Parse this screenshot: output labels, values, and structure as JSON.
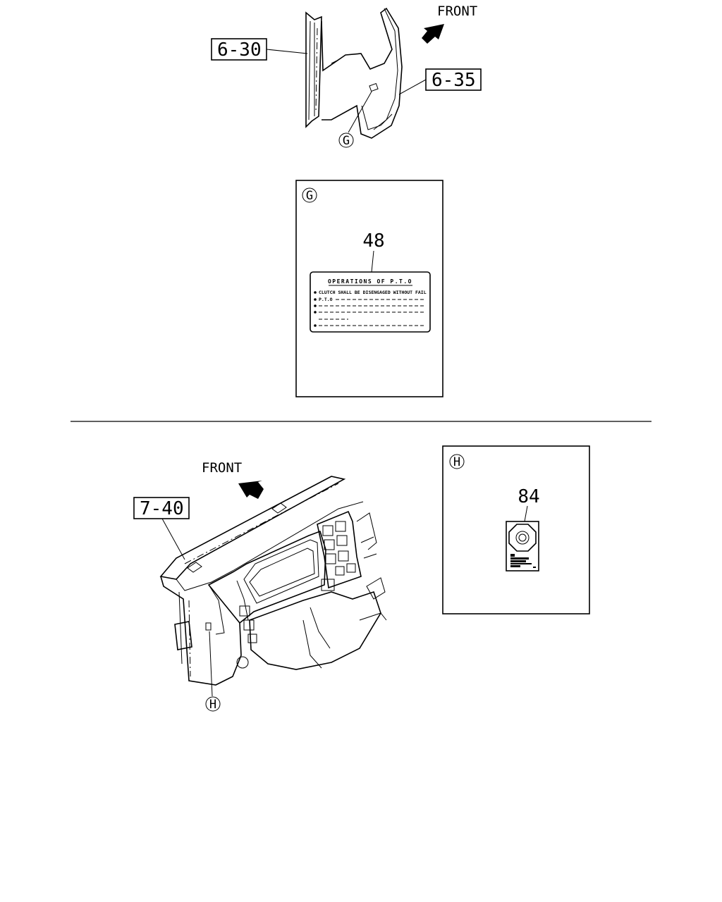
{
  "top_figure": {
    "front_label": "FRONT",
    "callouts": [
      {
        "id": "ref-6-30",
        "text": "6-30"
      },
      {
        "id": "ref-6-35",
        "text": "6-35"
      }
    ],
    "detail_marker": "G"
  },
  "detail_g": {
    "marker": "G",
    "part_number": "48",
    "label_title": "OPERATIONS OF P.T.O",
    "label_lines": [
      "CLUTCH SHALL BE DISENGAGED WITHOUT FAIL",
      "P.T.O"
    ]
  },
  "bottom_figure": {
    "front_label": "FRONT",
    "callout": "7-40",
    "detail_marker": "H"
  },
  "detail_h": {
    "marker": "H",
    "part_number": "84"
  }
}
